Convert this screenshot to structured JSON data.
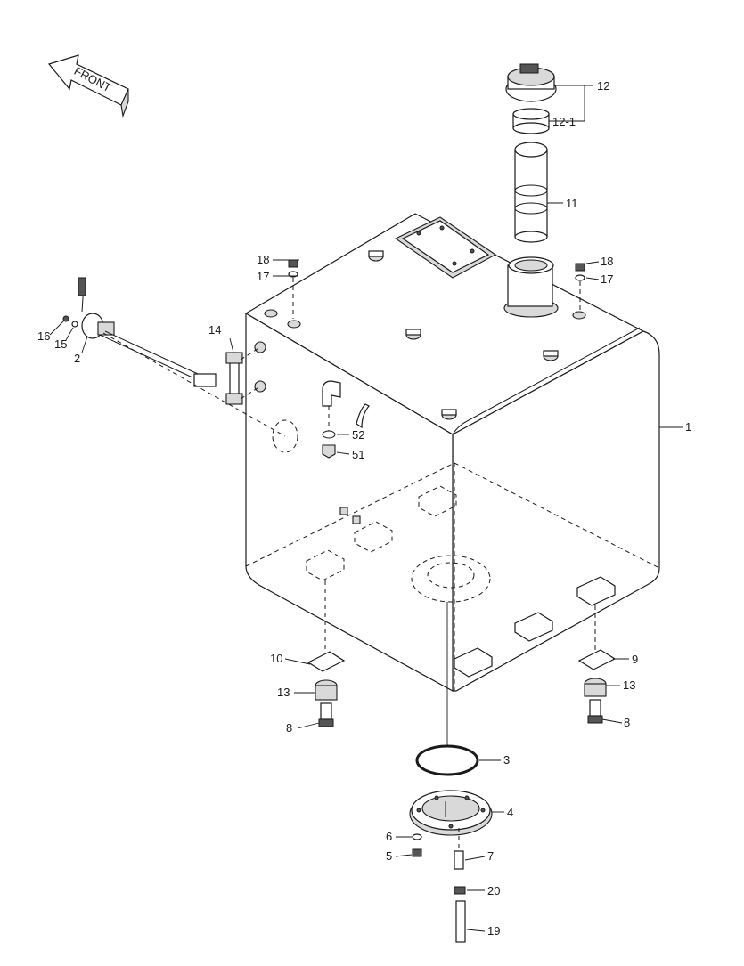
{
  "front_label": "FRONT",
  "callouts": {
    "c1": "1",
    "c2": "2",
    "c3": "3",
    "c4": "4",
    "c5": "5",
    "c6": "6",
    "c7": "7",
    "c8a": "8",
    "c8b": "8",
    "c9": "9",
    "c10": "10",
    "c11": "11",
    "c12": "12",
    "c12_1": "12-1",
    "c13a": "13",
    "c13b": "13",
    "c14": "14",
    "c15": "15",
    "c16": "16",
    "c17a": "17",
    "c17b": "17",
    "c18a": "18",
    "c18b": "18",
    "c19": "19",
    "c20": "20",
    "c51": "51",
    "c52": "52"
  }
}
